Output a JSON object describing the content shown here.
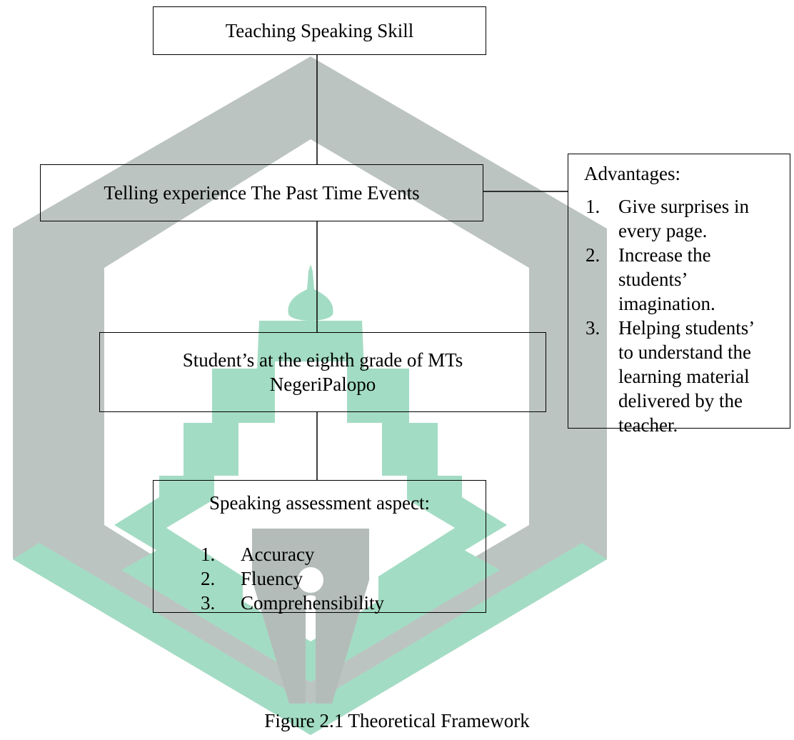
{
  "nodes": {
    "teaching": "Teaching Speaking Skill",
    "telling": "Telling experience The Past Time Events",
    "students_line1": "Student’s at the eighth grade of MTs",
    "students_line2": "NegeriPalopo"
  },
  "advantages": {
    "title": "Advantages:",
    "items": [
      {
        "num": "1.",
        "lines": [
          "Give surprises in",
          "every page."
        ]
      },
      {
        "num": "2.",
        "lines": [
          "Increase the",
          "students’",
          "imagination."
        ]
      },
      {
        "num": "3.",
        "lines": [
          "Helping students’",
          "to understand the",
          "learning material",
          "delivered by the",
          "teacher."
        ]
      }
    ]
  },
  "speaking": {
    "title": "Speaking assessment aspect:",
    "items": [
      {
        "num": "1.",
        "label": "Accuracy"
      },
      {
        "num": "2.",
        "label": "Fluency"
      },
      {
        "num": "3.",
        "label": "Comprehensibility"
      }
    ]
  },
  "caption": "Figure 2.1 Theoretical Framework",
  "colors": {
    "watermark_gray": "#bcc4c2",
    "watermark_green": "#a3dcc4"
  }
}
